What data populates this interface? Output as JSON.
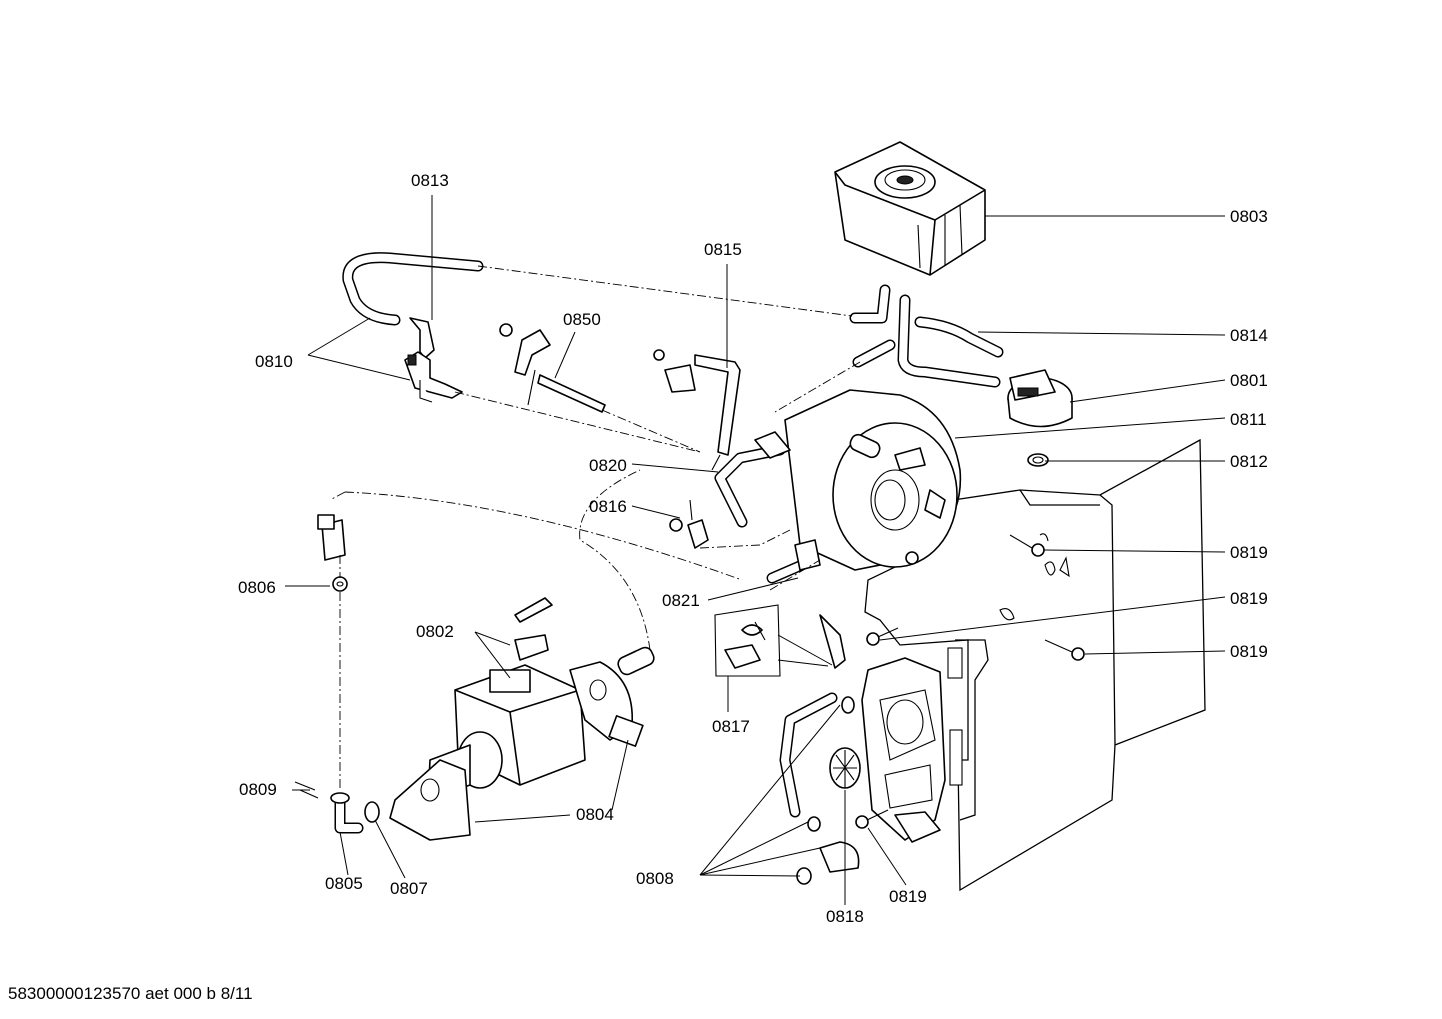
{
  "callouts": [
    {
      "id": "0813",
      "text": "0813"
    },
    {
      "id": "0803",
      "text": "0803"
    },
    {
      "id": "0815",
      "text": "0815"
    },
    {
      "id": "0850",
      "text": "0850"
    },
    {
      "id": "0814",
      "text": "0814"
    },
    {
      "id": "0810",
      "text": "0810"
    },
    {
      "id": "0801",
      "text": "0801"
    },
    {
      "id": "0811",
      "text": "0811"
    },
    {
      "id": "0812",
      "text": "0812"
    },
    {
      "id": "0820",
      "text": "0820"
    },
    {
      "id": "0816",
      "text": "0816"
    },
    {
      "id": "0819a",
      "text": "0819"
    },
    {
      "id": "0806",
      "text": "0806"
    },
    {
      "id": "0821",
      "text": "0821"
    },
    {
      "id": "0819b",
      "text": "0819"
    },
    {
      "id": "0802",
      "text": "0802"
    },
    {
      "id": "0819c",
      "text": "0819"
    },
    {
      "id": "0817",
      "text": "0817"
    },
    {
      "id": "0809",
      "text": "0809"
    },
    {
      "id": "0804",
      "text": "0804"
    },
    {
      "id": "0808",
      "text": "0808"
    },
    {
      "id": "0805",
      "text": "0805"
    },
    {
      "id": "0807",
      "text": "0807"
    },
    {
      "id": "0819d",
      "text": "0819"
    },
    {
      "id": "0818",
      "text": "0818"
    }
  ],
  "footer": "58300000123570 aet 000 b 8/11"
}
